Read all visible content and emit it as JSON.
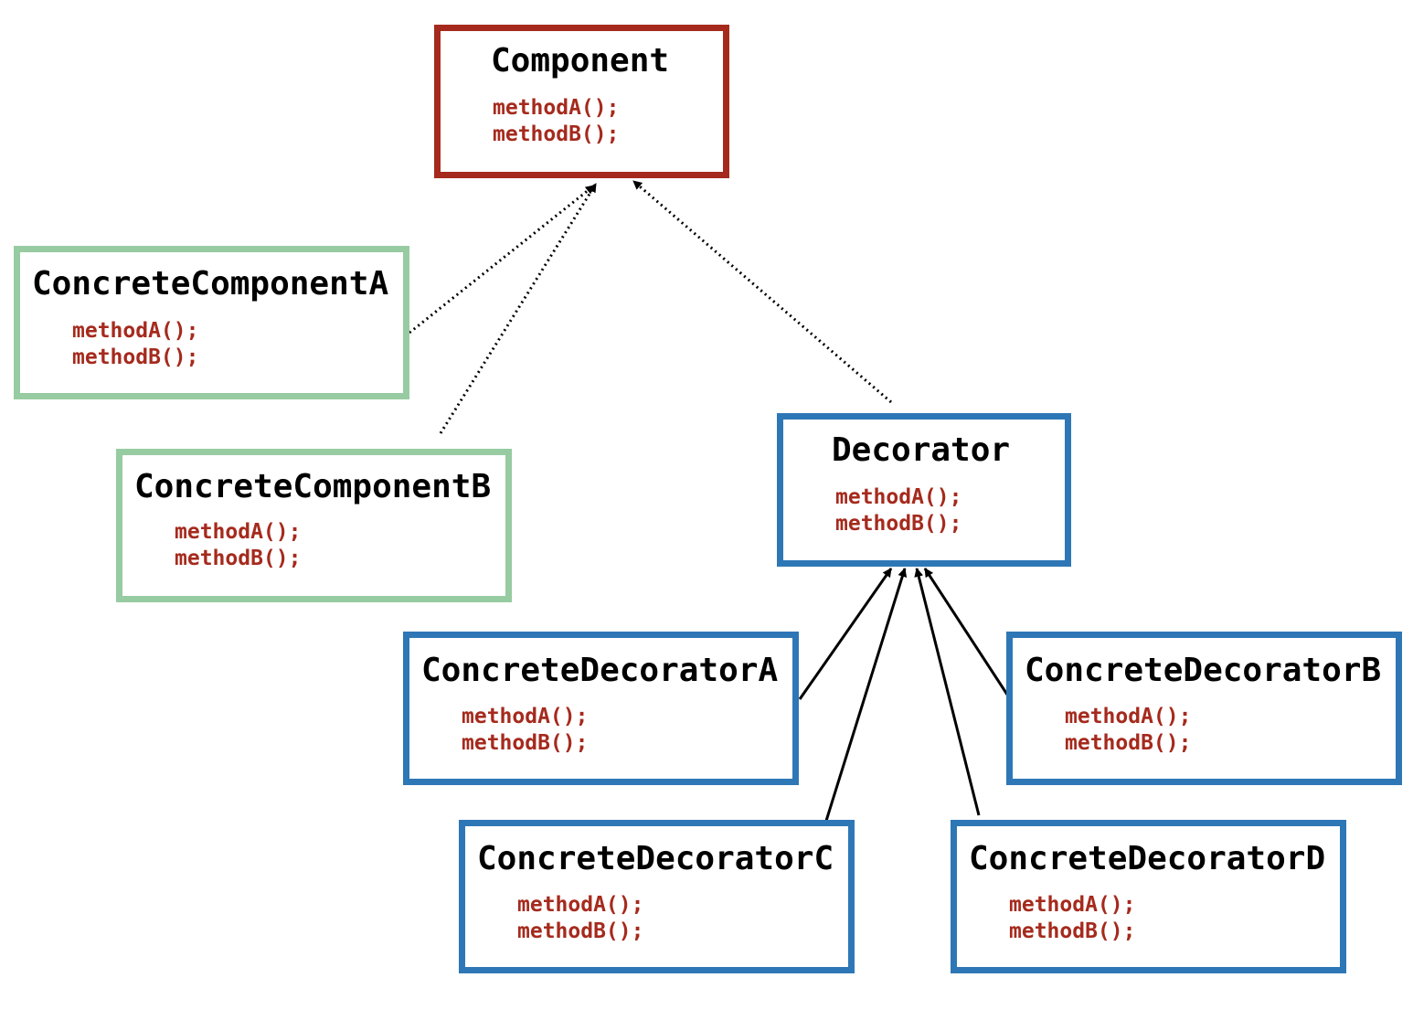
{
  "colors": {
    "interface_border": "#a52a1d",
    "component_border": "#97cba1",
    "decorator_border": "#2e77b6",
    "method_text": "#a52a1d",
    "title_text": "#000000",
    "arrow": "#000000"
  },
  "nodes": {
    "component": {
      "title": "Component",
      "methods": [
        "methodA();",
        "methodB();"
      ]
    },
    "concrete_component_a": {
      "title": "ConcreteComponentA",
      "methods": [
        "methodA();",
        "methodB();"
      ]
    },
    "concrete_component_b": {
      "title": "ConcreteComponentB",
      "methods": [
        "methodA();",
        "methodB();"
      ]
    },
    "decorator": {
      "title": "Decorator",
      "methods": [
        "methodA();",
        "methodB();"
      ]
    },
    "concrete_decorator_a": {
      "title": "ConcreteDecoratorA",
      "methods": [
        "methodA();",
        "methodB();"
      ]
    },
    "concrete_decorator_b": {
      "title": "ConcreteDecoratorB",
      "methods": [
        "methodA();",
        "methodB();"
      ]
    },
    "concrete_decorator_c": {
      "title": "ConcreteDecoratorC",
      "methods": [
        "methodA();",
        "methodB();"
      ]
    },
    "concrete_decorator_d": {
      "title": "ConcreteDecoratorD",
      "methods": [
        "methodA();",
        "methodB();"
      ]
    }
  },
  "edges": [
    {
      "from": "concrete_component_a",
      "to": "component",
      "style": "dotted"
    },
    {
      "from": "concrete_component_b",
      "to": "component",
      "style": "dotted"
    },
    {
      "from": "decorator",
      "to": "component",
      "style": "dotted"
    },
    {
      "from": "concrete_decorator_a",
      "to": "decorator",
      "style": "solid"
    },
    {
      "from": "concrete_decorator_b",
      "to": "decorator",
      "style": "solid"
    },
    {
      "from": "concrete_decorator_c",
      "to": "decorator",
      "style": "solid"
    },
    {
      "from": "concrete_decorator_d",
      "to": "decorator",
      "style": "solid"
    }
  ]
}
